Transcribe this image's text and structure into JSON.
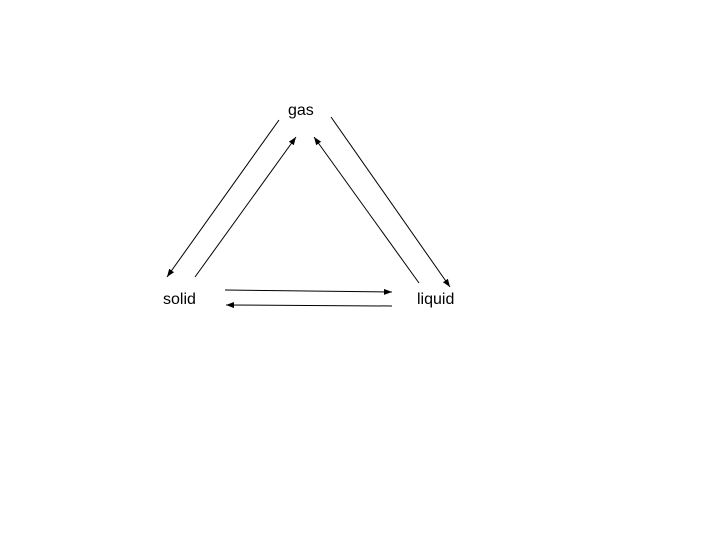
{
  "diagram": {
    "nodes": {
      "gas": "gas",
      "solid": "solid",
      "liquid": "liquid"
    },
    "edges": [
      {
        "from": "gas",
        "to": "solid"
      },
      {
        "from": "solid",
        "to": "gas"
      },
      {
        "from": "gas",
        "to": "liquid"
      },
      {
        "from": "liquid",
        "to": "gas"
      },
      {
        "from": "solid",
        "to": "liquid"
      },
      {
        "from": "liquid",
        "to": "solid"
      }
    ],
    "colors": {
      "line": "#000000",
      "text": "#000000",
      "background": "#ffffff"
    }
  }
}
